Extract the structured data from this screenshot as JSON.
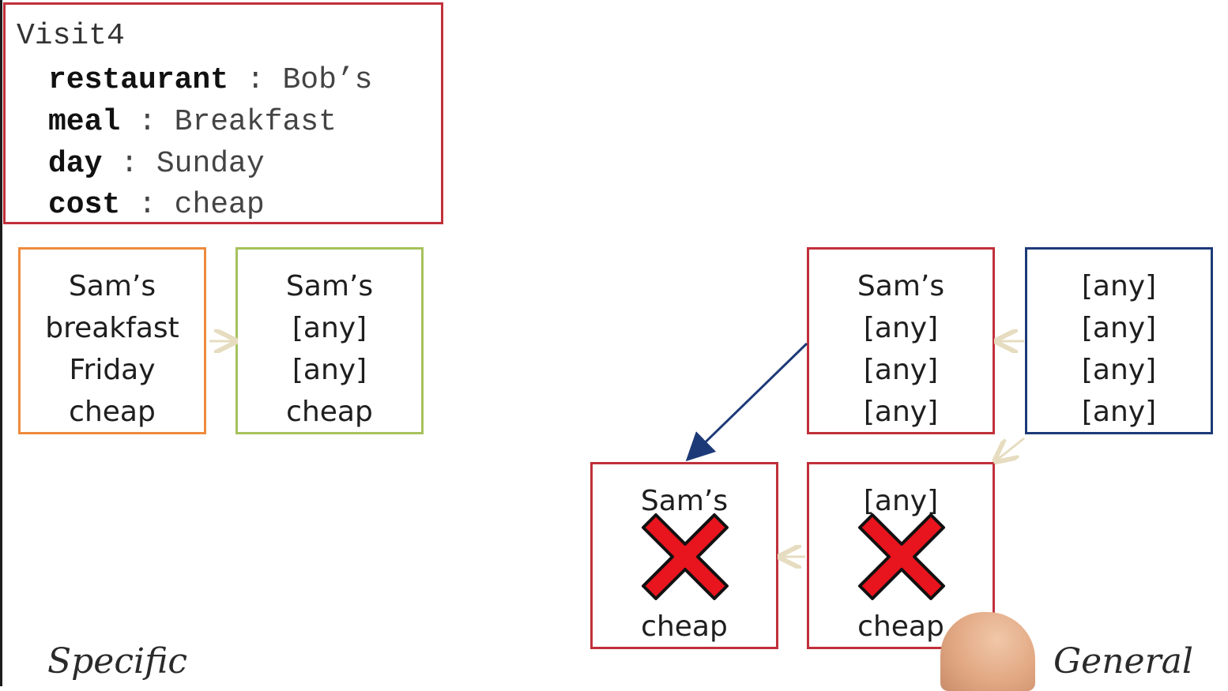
{
  "visit": {
    "title": "Visit4",
    "rows": [
      {
        "key": "restaurant",
        "value": "Bob’s"
      },
      {
        "key": "meal",
        "value": "Breakfast"
      },
      {
        "key": "day",
        "value": "Sunday"
      },
      {
        "key": "cost",
        "value": "cheap"
      }
    ]
  },
  "hypotheses": {
    "specific": [
      "Sam’s",
      "breakfast",
      "Friday",
      "cheap"
    ],
    "green": [
      "Sam’s",
      "[any]",
      "[any]",
      "cheap"
    ],
    "red_upper": [
      "Sam’s",
      "[any]",
      "[any]",
      "[any]"
    ],
    "general": [
      "[any]",
      "[any]",
      "[any]",
      "[any]"
    ],
    "red_lower_left": [
      "Sam’s",
      "cheap"
    ],
    "red_lower_right": [
      "[any]",
      "cheap"
    ]
  },
  "labels": {
    "specific": "Specific",
    "general": "General"
  },
  "colors": {
    "visit_border": "#c0303a",
    "orange": "#ee8a3c",
    "green": "#a6c25c",
    "red": "#c0303a",
    "blue": "#1d3a78",
    "x_mark": "#e8141e",
    "arrow_light": "#e6dcc0"
  }
}
